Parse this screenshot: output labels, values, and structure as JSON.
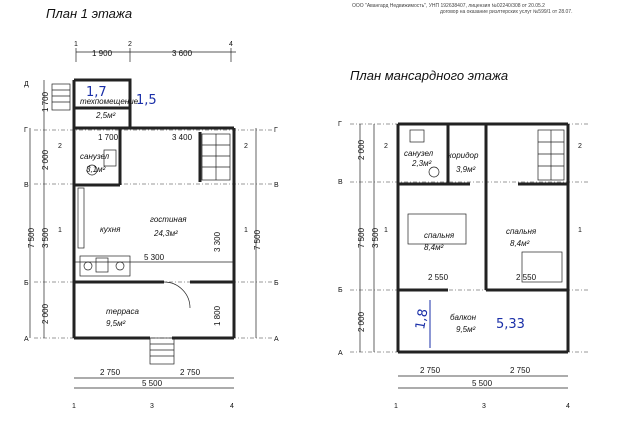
{
  "header": {
    "line1": "ООО \"Авангард Недвижимость\", УНП 192638407, лицензия №02240/308 от 20.05.2",
    "line2": "договор на оказание риэлтерских услуг №599/1 от 28.07."
  },
  "plan1": {
    "title": "План 1 этажа",
    "top_dims": [
      "1 900",
      "3 600"
    ],
    "top_axes": [
      "1",
      "2",
      "4"
    ],
    "rooms": [
      {
        "name": "техпомещение",
        "area": "2,5м²"
      },
      {
        "name": "санузел",
        "area": "3,1м²"
      },
      {
        "name": "кухня",
        "area": ""
      },
      {
        "name": "гостиная",
        "area": "24,3м²"
      },
      {
        "name": "терраса",
        "area": "9,5м²"
      }
    ],
    "inner_dims": [
      "1 700",
      "3 400",
      "5 300",
      "3 300",
      "1 800"
    ],
    "left_dims": [
      "1 700",
      "2 000",
      "7 500",
      "3 500",
      "2 000"
    ],
    "right_dims": [
      "7 500"
    ],
    "row_axes": [
      "Д",
      "Г",
      "В",
      "Б",
      "А"
    ],
    "section_marks": [
      "1",
      "1",
      "2",
      "2"
    ],
    "bottom_dims": [
      "2 750",
      "2 750",
      "5 500"
    ],
    "bottom_axes": [
      "1",
      "3",
      "4"
    ],
    "handwritten": [
      "1,7",
      "1,5"
    ]
  },
  "plan2": {
    "title": "План мансардного этажа",
    "rooms": [
      {
        "name": "санузел",
        "area": "2,3м²"
      },
      {
        "name": "коридор",
        "area": "3,9м²"
      },
      {
        "name": "спальня",
        "area": "8,4м²"
      },
      {
        "name": "спальня",
        "area": "8,4м²"
      },
      {
        "name": "балкон",
        "area": "9,5м²"
      }
    ],
    "inner_dims": [
      "2 550",
      "2 550"
    ],
    "left_dims": [
      "2 000",
      "7 500",
      "3 500",
      "2 000"
    ],
    "row_axes": [
      "Г",
      "В",
      "Б",
      "А"
    ],
    "section_marks": [
      "2",
      "1",
      "1",
      "2"
    ],
    "bottom_dims": [
      "2 750",
      "2 750",
      "5 500"
    ],
    "bottom_axes": [
      "1",
      "3",
      "4"
    ],
    "handwritten": [
      "5,33",
      "1,8"
    ]
  },
  "colors": {
    "ink": "#222222",
    "pen": "#1a2fa8",
    "paper": "#ffffff"
  }
}
